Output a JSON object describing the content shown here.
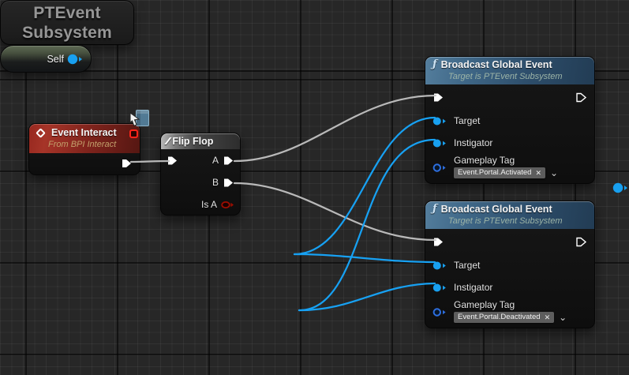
{
  "theme": {
    "exec_wire": "#c6c6c6",
    "data_wire": "#17a1f3",
    "object_pin": "#18a0f0",
    "struct_pin": "#2d6fe0",
    "bool_pin": "#9f0d00",
    "event_header": "#97281f",
    "function_header": "#3f6787"
  },
  "nodes": {
    "event_interact": {
      "title": "Event Interact",
      "subtitle": "From BPI Interact"
    },
    "flip_flop": {
      "icon": "∕∕",
      "title": "Flip Flop",
      "pin_a": "A",
      "pin_b": "B",
      "pin_is_a": "Is A"
    },
    "broadcast_activated": {
      "icon": "ƒ",
      "title": "Broadcast Global Event",
      "subtitle": "Target is PTEvent Subsystem",
      "pin_target": "Target",
      "pin_instigator": "Instigator",
      "pin_gameplay_tag": "Gameplay Tag",
      "tag_value": "Event.Portal.Activated",
      "tag_remove": "✕",
      "tag_dropdown": "⌄"
    },
    "broadcast_deactivated": {
      "icon": "ƒ",
      "title": "Broadcast Global Event",
      "subtitle": "Target is PTEvent Subsystem",
      "pin_target": "Target",
      "pin_instigator": "Instigator",
      "pin_gameplay_tag": "Gameplay Tag",
      "tag_value": "Event.Portal.Deactivated",
      "tag_remove": "✕",
      "tag_dropdown": "⌄"
    },
    "ptevent_subsystem": {
      "line1": "PTEvent",
      "line2": "Subsystem"
    },
    "self_node": {
      "label": "Self"
    }
  }
}
